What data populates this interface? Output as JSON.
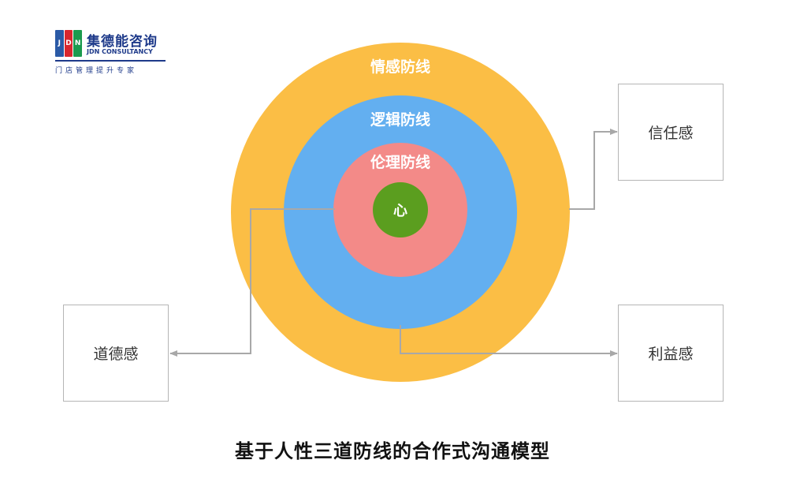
{
  "logo": {
    "mark_letters": [
      "J",
      "D",
      "N"
    ],
    "mark_colors": [
      "#2b5aa6",
      "#d9272e",
      "#1c9b4e"
    ],
    "name_cn": "集德能咨询",
    "name_en": "JDN CONSULTANCY",
    "slogan": "门店管理提升专家"
  },
  "rings": [
    {
      "label": "情感防线",
      "color": "#fbbe45"
    },
    {
      "label": "逻辑防线",
      "color": "#63aff0"
    },
    {
      "label": "伦理防线",
      "color": "#f38a88"
    },
    {
      "label": "心",
      "color": "#5b9e1f"
    }
  ],
  "outcomes": {
    "trust": "信任感",
    "moral": "道德感",
    "benefit": "利益感"
  },
  "colors": {
    "connector": "#a8a8a8",
    "ring_text": "#ffffff"
  },
  "caption": "基于人性三道防线的合作式沟通模型"
}
